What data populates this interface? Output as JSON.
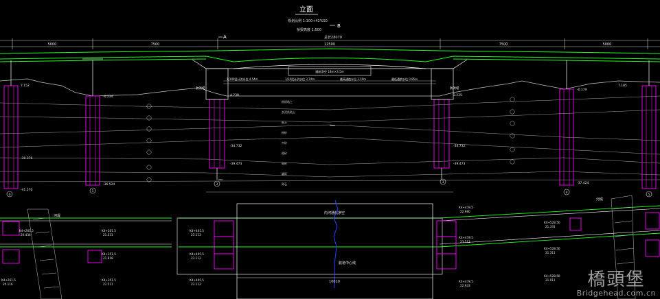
{
  "drawing": {
    "title": "立面",
    "scale_note_1": "规划比例 1:100+42%S0",
    "scale_note_2": "桥梁高度 1:500",
    "section_marks": [
      "B",
      "A"
    ],
    "total_span": "总长28070"
  },
  "spans": [
    "5000",
    "7500",
    "12500",
    "7500",
    "5000"
  ],
  "piers": [
    "0",
    "1",
    "2",
    "3",
    "4",
    "5"
  ],
  "elevations": {
    "left_1": "7.152",
    "left_2": "-30.376",
    "left_3": "-41.570",
    "p1_top": "-0.234",
    "p1_bottom": "-36.524",
    "p2_1": "4.738",
    "p2_2": "-34.732",
    "p2_3": "-39.473",
    "p3_1": "3.235",
    "p3_2": "-34.732",
    "p3_3": "-39.473",
    "p4_1": "-0.179",
    "p4_2": "-37.424",
    "right_1": "7.185"
  },
  "labels": {
    "river_bank_left": "河堤",
    "river_bank_right": "河堤",
    "levee_left": "防洪堤",
    "levee_right": "防洪堤",
    "channel": "内河通航净空",
    "route_center": "航道中心线",
    "clear_width": "10010",
    "navigation_box": "通航净空 18m×3.5m"
  },
  "water_levels": [
    "1/100设计洪水位 4.54m",
    "1/20设计洪水位 3.74m",
    "最高通航水位 3.10m",
    "最低通航水位 0.85m"
  ],
  "strata": [
    "粉质粘土",
    "淤泥质粘土",
    "粘土",
    "粉砂",
    "中砂",
    "粗砂",
    "砾砂",
    "圆砾",
    "卵石"
  ],
  "plan_stations": {
    "s1": "K4+261.5",
    "s1v": "20.436",
    "s2": "K4+301.5",
    "s2v": "21.531",
    "s3": "K4+261.5",
    "s3v": "20.116",
    "s4": "K4+351.5",
    "s4v": "21.511",
    "s5": "K4+351.5",
    "s5v": "21.818",
    "s6": "K4+405.5",
    "s6v": "23.113",
    "s7": "K4+405.5",
    "s7v": "23.112",
    "s8": "K4+405.5",
    "s8v": "23.112",
    "s9": "K4+478.5",
    "s9v": "22.980",
    "s10": "K4+478.5",
    "s10v": "23.113",
    "s11": "K4+478.5",
    "s11v": "22.933",
    "s12": "K4+528.50",
    "s12v": "21.331",
    "s13": "K4+528.50",
    "s13v": "21.311",
    "s14": "K4+528.50",
    "s14v": "21.011"
  },
  "watermark": {
    "text": "橋頭堡",
    "url": "Bridgehead.com.cn"
  },
  "colors": {
    "background": "#000000",
    "deck": "#22ff22",
    "pile": "#ff00ff",
    "outline": "#ffffff",
    "ground": "#c8c8c8",
    "route": "#2244ff",
    "text": "#e8e8e8"
  }
}
